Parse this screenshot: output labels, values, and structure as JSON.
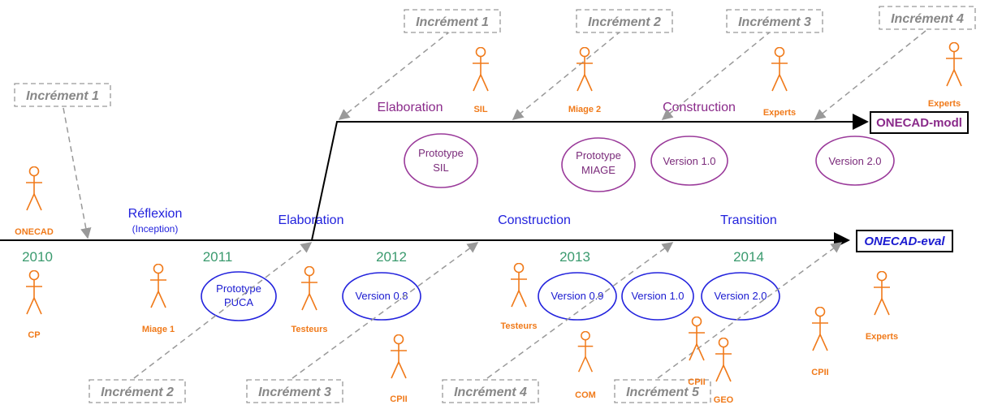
{
  "colors": {
    "year": "#3a9a6e",
    "phase_blue": "#2222dd",
    "phase_purple": "#8a2a8a",
    "actor": "#f07a1a",
    "increment": "#888888"
  },
  "years": [
    "2010",
    "2011",
    "2012",
    "2013",
    "2014"
  ],
  "eval_phases": {
    "reflexion": "Réflexion",
    "inception": "(Inception)",
    "elaboration": "Elaboration",
    "construction": "Construction",
    "transition": "Transition"
  },
  "modl_phases": {
    "elaboration": "Elaboration",
    "construction": "Construction"
  },
  "products": {
    "eval": "ONECAD-eval",
    "modl": "ONECAD-modl"
  },
  "eval_releases": [
    [
      "Prototype",
      "PUCA"
    ],
    [
      "Version 0.8"
    ],
    [
      "Version 0.9"
    ],
    [
      "Version 1.0"
    ],
    [
      "Version 2.0"
    ]
  ],
  "modl_releases": [
    [
      "Prototype",
      "SIL"
    ],
    [
      "Prototype",
      "MIAGE"
    ],
    [
      "Version 1.0"
    ],
    [
      "Version 2.0"
    ]
  ],
  "actors": {
    "onecad": "ONECAD",
    "cp": "CP",
    "miage1": "Miage 1",
    "testeurs_1": "Testeurs",
    "cpii_1": "CPII",
    "testeurs_2": "Testeurs",
    "com": "COM",
    "cpii_2": "CPII",
    "geo": "GEO",
    "cpii_3": "CPII",
    "experts_1": "Experts",
    "sil": "SIL",
    "miage2": "Miage 2",
    "experts_2": "Experts",
    "experts_3": "Experts"
  },
  "increments": {
    "eval_left": "Incrément 1",
    "eval_bottom": [
      "Incrément 2",
      "Incrément 3",
      "Incrément 4",
      "Incrément 5"
    ],
    "modl_top": [
      "Incrément 1",
      "Incrément 2",
      "Incrément 3",
      "Incrément 4"
    ]
  }
}
